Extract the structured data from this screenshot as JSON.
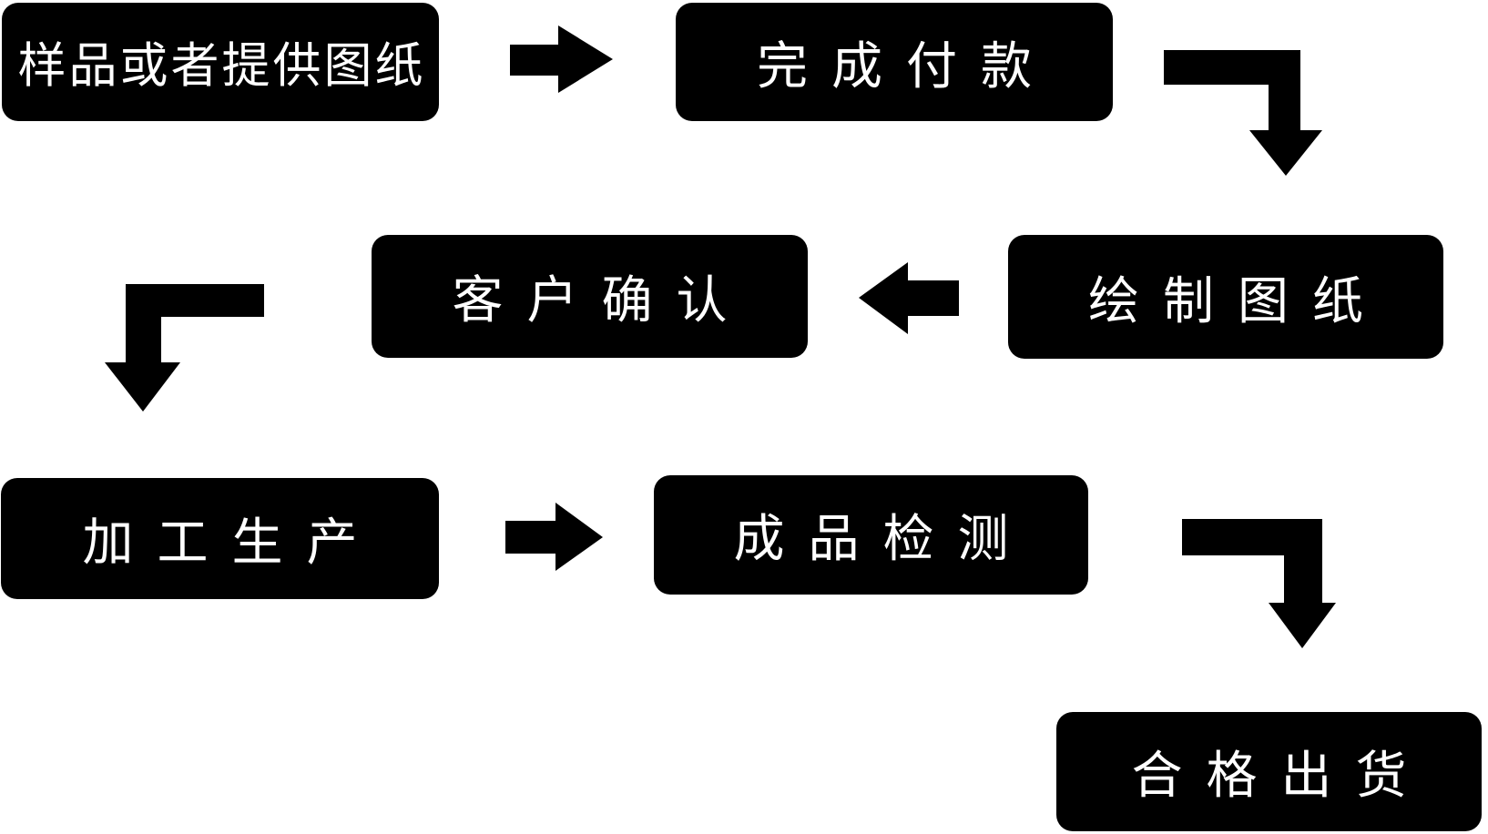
{
  "diagram": {
    "type": "flowchart",
    "background_color": "#ffffff",
    "node_color": "#000000",
    "node_text_color": "#ffffff",
    "arrow_color": "#000000",
    "nodes": [
      {
        "id": "sample-or-provide-drawings",
        "label": "样品或者提供图纸"
      },
      {
        "id": "complete-payment",
        "label": "完成付款"
      },
      {
        "id": "draw-drawings",
        "label": "绘制图纸"
      },
      {
        "id": "customer-confirmation",
        "label": "客户确认"
      },
      {
        "id": "processing-production",
        "label": "加工生产"
      },
      {
        "id": "finished-product-inspection",
        "label": "成品检测"
      },
      {
        "id": "qualified-shipment",
        "label": "合格出货"
      }
    ],
    "edges": [
      {
        "from": "sample-or-provide-drawings",
        "to": "complete-payment",
        "shape": "straight-right"
      },
      {
        "from": "complete-payment",
        "to": "draw-drawings",
        "shape": "elbow-right-down"
      },
      {
        "from": "draw-drawings",
        "to": "customer-confirmation",
        "shape": "straight-left"
      },
      {
        "from": "customer-confirmation",
        "to": "processing-production",
        "shape": "elbow-left-down"
      },
      {
        "from": "processing-production",
        "to": "finished-product-inspection",
        "shape": "straight-right"
      },
      {
        "from": "finished-product-inspection",
        "to": "qualified-shipment",
        "shape": "elbow-right-down"
      }
    ]
  }
}
